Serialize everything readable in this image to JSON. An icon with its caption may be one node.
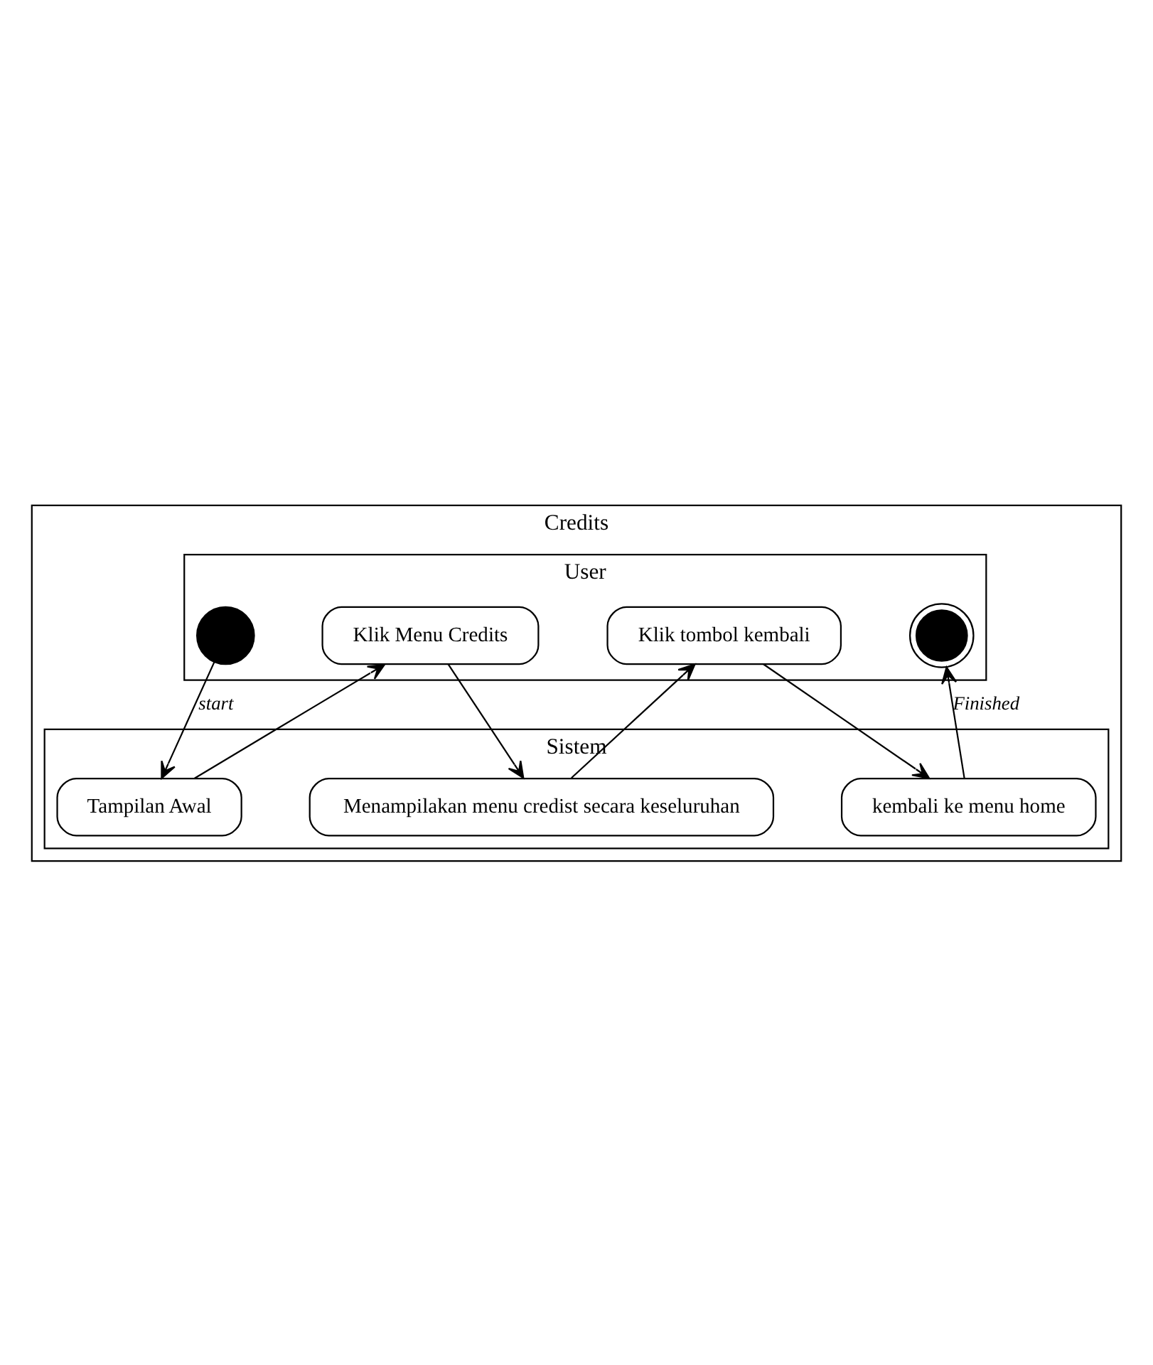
{
  "diagram": {
    "nodes": [
      {
        "text": [
          "Credits"
        ]
      },
      {
        "text": [
          "User"
        ],
        "in": 0
      },
      {
        "text": [
          "Sistem"
        ],
        "in": 0
      },
      {
        "text": [],
        "shape": "circle",
        "in": 1
      },
      {
        "text": [
          "Tampilan Awal"
        ],
        "in": 2
      },
      {
        "text": [
          "Klik Menu Credits"
        ],
        "in": 1
      },
      {
        "text": [
          "Menampilakan menu credist secara keseluruhan"
        ],
        "in": 2
      },
      {
        "text": [
          "Klik tombol kembali"
        ],
        "in": 1
      },
      {
        "text": [
          "kembali ke menu home"
        ],
        "in": 2
      },
      {
        "text": [],
        "shape": "bullseye",
        "in": 1
      }
    ],
    "edges": [
      {
        "from": 3,
        "to": 4,
        "arrow": "to",
        "label": "start"
      },
      {
        "from": 4,
        "to": 5,
        "arrow": "to"
      },
      {
        "from": 5,
        "to": 6,
        "arrow": "to"
      },
      {
        "from": 6,
        "to": 7,
        "arrow": "to"
      },
      {
        "from": 7,
        "to": 8,
        "arrow": "to"
      },
      {
        "from": 8,
        "to": 9,
        "arrow": "to",
        "label": "Finished"
      }
    ]
  }
}
